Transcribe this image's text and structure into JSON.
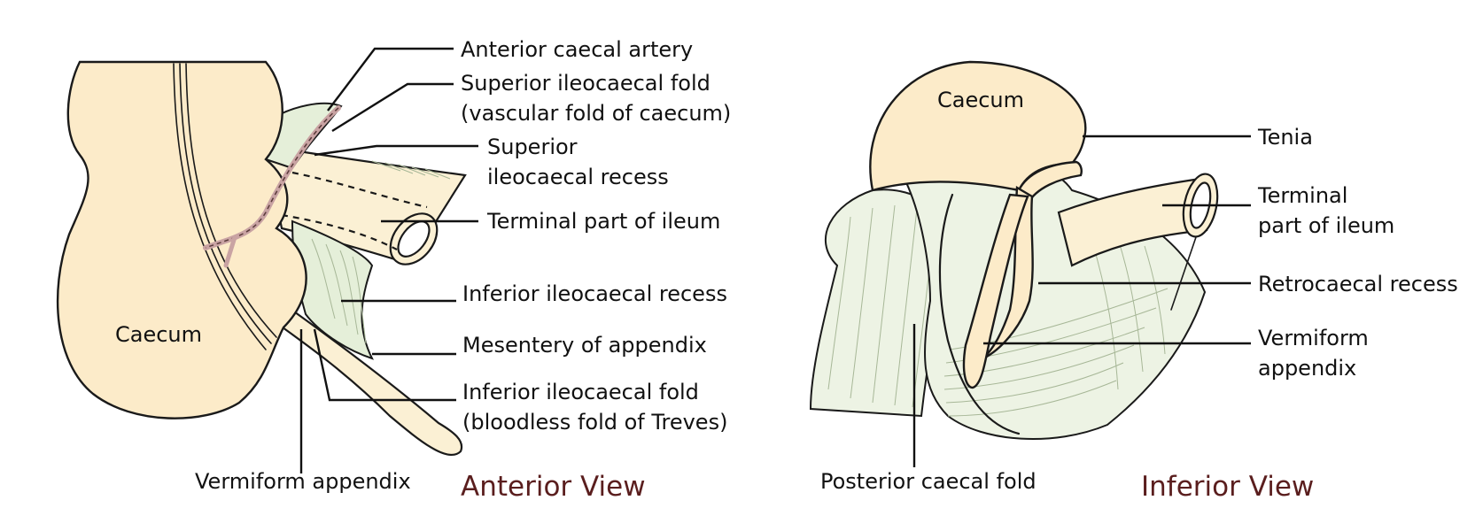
{
  "anterior": {
    "view_title": "Anterior View",
    "caecum_label": "Caecum",
    "labels": {
      "anterior_caecal_artery": "Anterior caecal artery",
      "superior_fold_line1": "Superior ileocaecal fold",
      "superior_fold_line2": "(vascular fold of caecum)",
      "superior_recess_line1": "Superior",
      "superior_recess_line2": "ileocaecal recess",
      "terminal_ileum": "Terminal part of ileum",
      "inferior_recess": "Inferior ileocaecal recess",
      "mesentery": "Mesentery of appendix",
      "inferior_fold_line1": "Inferior ileocaecal fold",
      "inferior_fold_line2": "(bloodless fold of Treves)",
      "appendix": "Vermiform appendix"
    }
  },
  "inferior": {
    "view_title": "Inferior View",
    "caecum_label": "Caecum",
    "labels": {
      "tenia": "Tenia",
      "terminal_ileum_line1": "Terminal",
      "terminal_ileum_line2": "part of ileum",
      "retrocaecal_recess": "Retrocaecal recess",
      "appendix_line1": "Vermiform",
      "appendix_line2": "appendix",
      "posterior_fold": "Posterior caecal fold"
    }
  },
  "colors": {
    "view_title": "#5a1e1e",
    "caecum_fill": "#fcebc9",
    "fold_fill": "#e5efd9",
    "artery": "#c9a3a3"
  }
}
